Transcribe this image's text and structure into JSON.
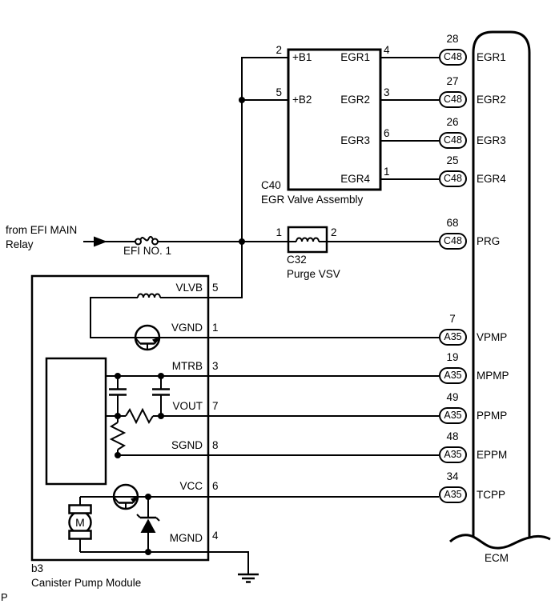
{
  "power_feed": {
    "source_line1": "from EFI MAIN",
    "source_line2": "Relay",
    "fuse_name": "EFI NO. 1"
  },
  "egr_valve_assembly": {
    "code": "C40",
    "name": "EGR Valve Assembly",
    "pins_left": [
      {
        "num": "2",
        "name": "+B1"
      },
      {
        "num": "5",
        "name": "+B2"
      }
    ],
    "pins_right": [
      {
        "num": "4",
        "name": "EGR1"
      },
      {
        "num": "3",
        "name": "EGR2"
      },
      {
        "num": "6",
        "name": "EGR3"
      },
      {
        "num": "1",
        "name": "EGR4"
      }
    ]
  },
  "purge_vsv": {
    "code": "C32",
    "name": "Purge VSV",
    "pin_left": "1",
    "pin_right": "2"
  },
  "canister_pump_module": {
    "code": "b3",
    "name": "Canister Pump Module",
    "motor_label": "M",
    "pins": [
      {
        "num": "5",
        "name": "VLVB"
      },
      {
        "num": "1",
        "name": "VGND"
      },
      {
        "num": "3",
        "name": "MTRB"
      },
      {
        "num": "7",
        "name": "VOUT"
      },
      {
        "num": "8",
        "name": "SGND"
      },
      {
        "num": "6",
        "name": "VCC"
      },
      {
        "num": "4",
        "name": "MGND"
      }
    ]
  },
  "ecm": {
    "name": "ECM",
    "terminals": [
      {
        "pin": "28",
        "connector": "C48",
        "signal": "EGR1"
      },
      {
        "pin": "27",
        "connector": "C48",
        "signal": "EGR2"
      },
      {
        "pin": "26",
        "connector": "C48",
        "signal": "EGR3"
      },
      {
        "pin": "25",
        "connector": "C48",
        "signal": "EGR4"
      },
      {
        "pin": "68",
        "connector": "C48",
        "signal": "PRG"
      },
      {
        "pin": "7",
        "connector": "A35",
        "signal": "VPMP"
      },
      {
        "pin": "19",
        "connector": "A35",
        "signal": "MPMP"
      },
      {
        "pin": "49",
        "connector": "A35",
        "signal": "PPMP"
      },
      {
        "pin": "48",
        "connector": "A35",
        "signal": "EPPM"
      },
      {
        "pin": "34",
        "connector": "A35",
        "signal": "TCPP"
      }
    ]
  },
  "footer": {
    "page_marker": "P"
  },
  "colors": {
    "line": "#000000",
    "background": "#ffffff"
  }
}
